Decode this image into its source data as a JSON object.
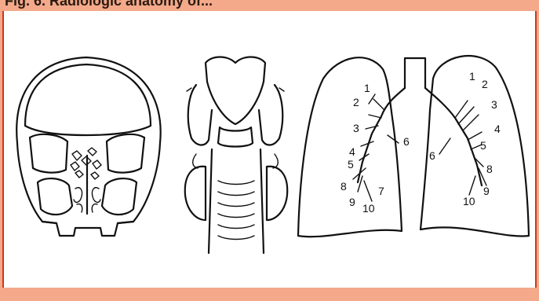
{
  "header": {
    "title": "Fig. 6. Radiologic anatomy of..."
  },
  "colors": {
    "frame": "#f3a98a",
    "border": "#c9371d",
    "ink": "#111111",
    "background": "#ffffff"
  },
  "figures": {
    "skull": {
      "icon": "skull-coronal-drawing"
    },
    "neck": {
      "icon": "larynx-trachea-drawing"
    },
    "lungs": {
      "icon": "lungs-bronchi-drawing",
      "right_lung_labels": [
        "1",
        "2",
        "3",
        "4",
        "5",
        "6",
        "7",
        "8",
        "9",
        "10"
      ],
      "left_lung_labels": [
        "1",
        "2",
        "3",
        "4",
        "5",
        "6",
        "8",
        "9",
        "10"
      ]
    }
  }
}
